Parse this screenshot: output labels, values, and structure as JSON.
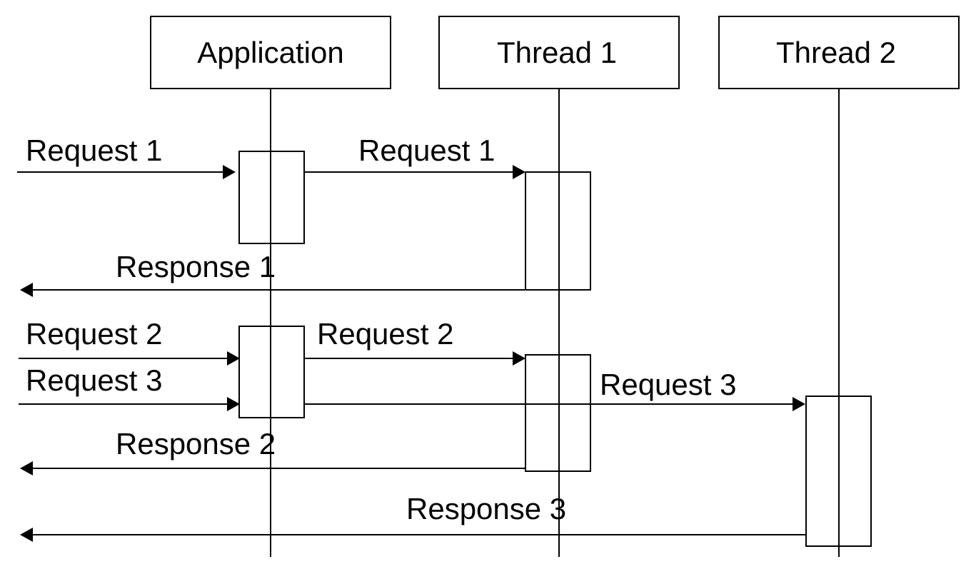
{
  "participants": [
    {
      "id": "application",
      "label": "Application"
    },
    {
      "id": "thread1",
      "label": "Thread 1"
    },
    {
      "id": "thread2",
      "label": "Thread 2"
    }
  ],
  "messages": [
    {
      "id": "req1_in",
      "label": "Request 1",
      "from": "external",
      "to": "application",
      "kind": "request"
    },
    {
      "id": "req1_fwd",
      "label": "Request 1",
      "from": "application",
      "to": "thread1",
      "kind": "request"
    },
    {
      "id": "resp1",
      "label": "Response 1",
      "from": "thread1",
      "to": "external",
      "kind": "response"
    },
    {
      "id": "req2_in",
      "label": "Request 2",
      "from": "external",
      "to": "application",
      "kind": "request"
    },
    {
      "id": "req2_fwd",
      "label": "Request 2",
      "from": "application",
      "to": "thread1",
      "kind": "request"
    },
    {
      "id": "req3_in",
      "label": "Request 3",
      "from": "external",
      "to": "application",
      "kind": "request"
    },
    {
      "id": "req3_fwd",
      "label": "Request 3",
      "from": "application",
      "to": "thread2",
      "kind": "request"
    },
    {
      "id": "resp2",
      "label": "Response 2",
      "from": "thread1",
      "to": "external",
      "kind": "response"
    },
    {
      "id": "resp3",
      "label": "Response 3",
      "from": "thread2",
      "to": "external",
      "kind": "response"
    }
  ],
  "colors": {
    "stroke": "#000000",
    "background": "#ffffff"
  }
}
